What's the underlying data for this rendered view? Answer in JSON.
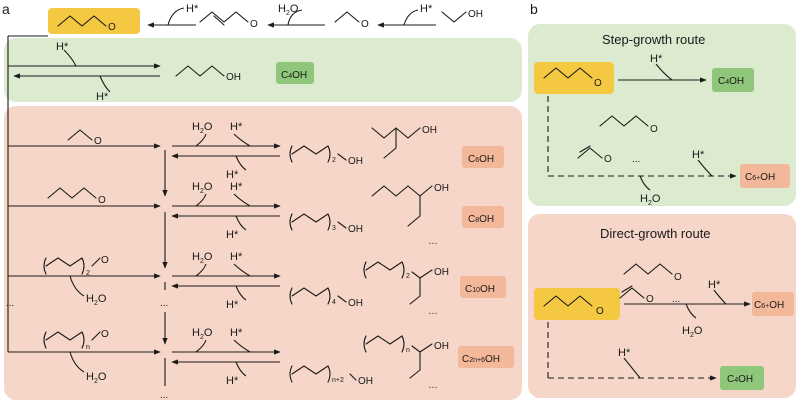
{
  "panels": {
    "a": "a",
    "b": "b"
  },
  "colors": {
    "green_bg": "#dcebd0",
    "pink_bg": "#f6d6c8",
    "yellow": "#f5c842",
    "green_tag": "#8fc77a",
    "pink_tag": "#f3b79a"
  },
  "reagents": {
    "h_star": "H*",
    "water_h": "H",
    "water_sub": "2",
    "water_o": "O"
  },
  "oxygen": "O",
  "oh": "OH",
  "products": {
    "c4": {
      "c": "C",
      "n": "4",
      "oh": "OH"
    },
    "c6": {
      "c": "C",
      "n": "6",
      "oh": "OH"
    },
    "c8": {
      "c": "C",
      "n": "8",
      "oh": "OH"
    },
    "c10": {
      "c": "C",
      "n": "10",
      "oh": "OH"
    },
    "c2n6": {
      "c": "C",
      "n": "2n+6",
      "oh": "OH"
    },
    "c6plus": {
      "c": "C",
      "n": "6+",
      "oh": "OH"
    }
  },
  "subscripts": {
    "two": "2",
    "three": "3",
    "four": "4",
    "n": "n",
    "n2": "n+2"
  },
  "ellipsis": "...",
  "ellipsis2": "…",
  "routes": {
    "step": "Step-growth route",
    "direct": "Direct-growth route"
  }
}
